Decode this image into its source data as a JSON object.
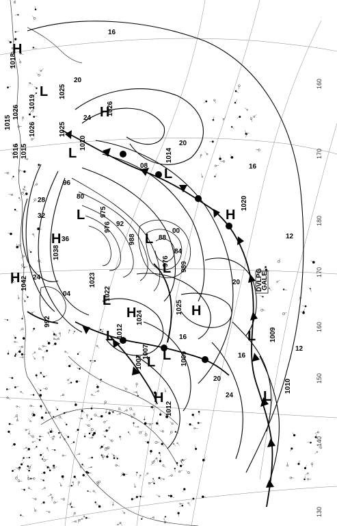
{
  "map": {
    "pressure_labels": [
      {
        "id": "p1018",
        "text": "1018"
      },
      {
        "id": "p1015a",
        "text": "1015"
      },
      {
        "id": "p1026a",
        "text": "1026"
      },
      {
        "id": "p1019",
        "text": "1019"
      },
      {
        "id": "p1025a",
        "text": "1025"
      },
      {
        "id": "p1016",
        "text": "1016"
      },
      {
        "id": "p1015b",
        "text": "1015"
      },
      {
        "id": "p1026b",
        "text": "1026"
      },
      {
        "id": "p1025b",
        "text": "1025"
      },
      {
        "id": "p1026c",
        "text": "1026"
      },
      {
        "id": "p1010a",
        "text": "1010"
      },
      {
        "id": "p1014",
        "text": "1014"
      },
      {
        "id": "p1020",
        "text": "1020"
      },
      {
        "id": "p975",
        "text": "975"
      },
      {
        "id": "p976a",
        "text": "976"
      },
      {
        "id": "p976b",
        "text": "976"
      },
      {
        "id": "p988",
        "text": "988"
      },
      {
        "id": "p989",
        "text": "989"
      },
      {
        "id": "p1038",
        "text": "1038"
      },
      {
        "id": "p1023",
        "text": "1023"
      },
      {
        "id": "p1022",
        "text": "1022"
      },
      {
        "id": "p1024",
        "text": "1024"
      },
      {
        "id": "p1025c",
        "text": "1025"
      },
      {
        "id": "p1012a",
        "text": "1012"
      },
      {
        "id": "p1007a",
        "text": "1007"
      },
      {
        "id": "p1007b",
        "text": "1007"
      },
      {
        "id": "p1009a",
        "text": "1009"
      },
      {
        "id": "p1009b",
        "text": "1009"
      },
      {
        "id": "p1010b",
        "text": "1010"
      },
      {
        "id": "p1012b",
        "text": "1012"
      },
      {
        "id": "p992",
        "text": "992"
      },
      {
        "id": "p1042",
        "text": "1042"
      }
    ],
    "isobar_labels": [
      "16",
      "20",
      "24",
      "12",
      "08",
      "04",
      "00",
      "96",
      "92",
      "88",
      "84",
      "80",
      "28",
      "32",
      "36"
    ],
    "center_letters": {
      "high": "H",
      "low": "L"
    },
    "warning_box": {
      "line1": "DVLPG",
      "line2": "GALE"
    },
    "coordinate_labels": [
      "160",
      "170",
      "180",
      "170",
      "160",
      "150",
      "140",
      "130"
    ],
    "colors": {
      "ink": "#000000",
      "grid": "#777777",
      "paper": "#ffffff"
    }
  }
}
